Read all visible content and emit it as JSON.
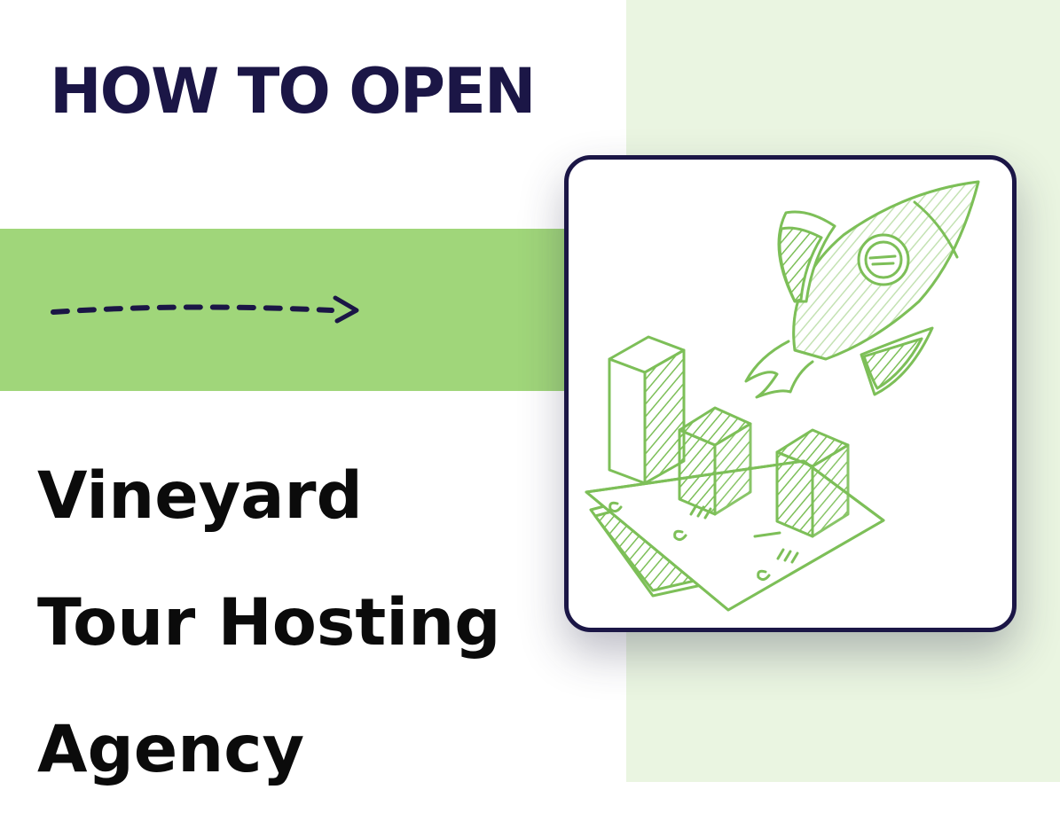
{
  "heading": "HOW TO OPEN",
  "subject_lines": [
    "Vineyard",
    "Tour Hosting",
    "Agency"
  ],
  "icons": {
    "arrow": "dashed-arrow-right-icon",
    "rocket": "rocket-icon",
    "chart": "bar-chart-on-money-icon"
  },
  "colors": {
    "navy": "#1b1646",
    "accent_green": "#a0d67a",
    "light_green": "#eaf5e1",
    "sketch_green": "#7dbf58",
    "text": "#0b0b0b"
  }
}
